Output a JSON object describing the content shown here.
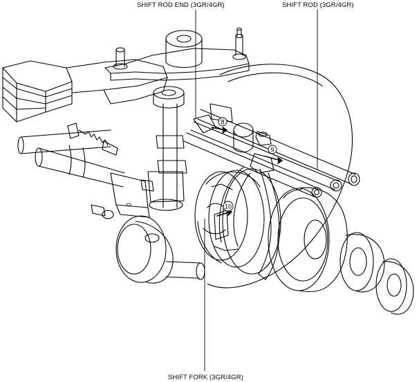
{
  "callouts": {
    "shift_rod_end": "SHIFT ROD END (3GR/4GR)",
    "shift_rod": "SHIFT ROD (3GR/4GR)",
    "shift_fork": "SHIFT FORK (3GR/4GR)"
  },
  "steps": {
    "step_8": "8",
    "step_9": "9",
    "step_10": "10"
  },
  "colors": {
    "line": "#000000",
    "background": "#ffffff"
  }
}
